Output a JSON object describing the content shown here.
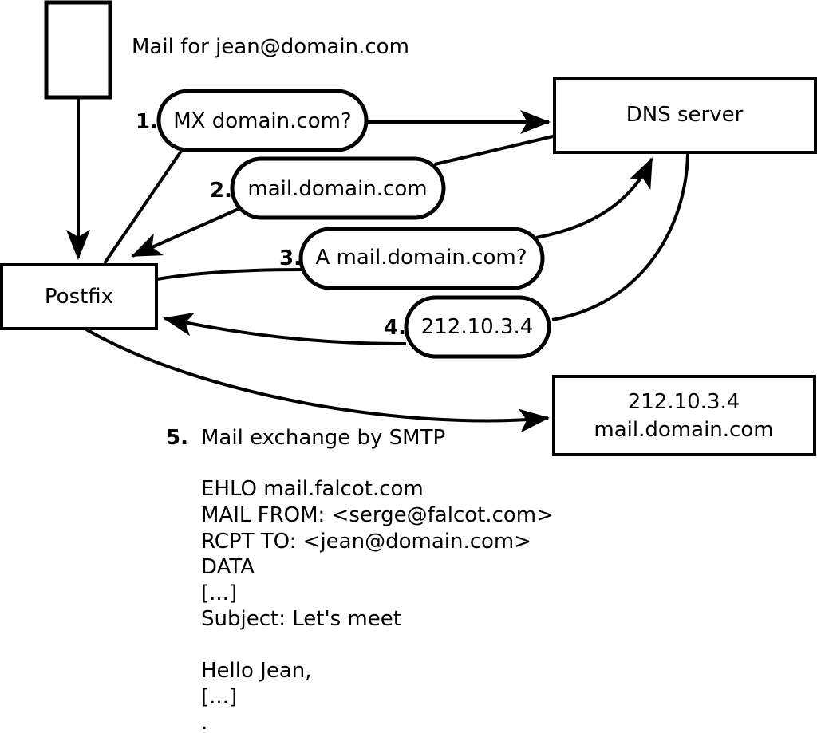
{
  "diagram": {
    "header_label": "Mail for jean@domain.com",
    "nodes": {
      "message_icon": {
        "shape": "rectangle-outline"
      },
      "postfix_label": "Postfix",
      "dns_label": "DNS server",
      "destination": {
        "line1": "212.10.3.4",
        "line2": "mail.domain.com"
      }
    },
    "steps": [
      {
        "num": "1.",
        "label": "MX domain.com?"
      },
      {
        "num": "2.",
        "label": "mail.domain.com"
      },
      {
        "num": "3.",
        "label": "A mail.domain.com?"
      },
      {
        "num": "4.",
        "label": "212.10.3.4"
      },
      {
        "num": "5.",
        "label": "Mail exchange by SMTP"
      }
    ],
    "smtp_session_lines": [
      "EHLO mail.falcot.com",
      "MAIL FROM: <serge@falcot.com>",
      "RCPT TO: <jean@domain.com>",
      "DATA",
      "[...]",
      "Subject: Let's meet",
      "",
      "Hello Jean,",
      "[...]",
      "."
    ],
    "colors": {
      "stroke": "#000000",
      "background": "#ffffff",
      "text": "#000000"
    }
  }
}
